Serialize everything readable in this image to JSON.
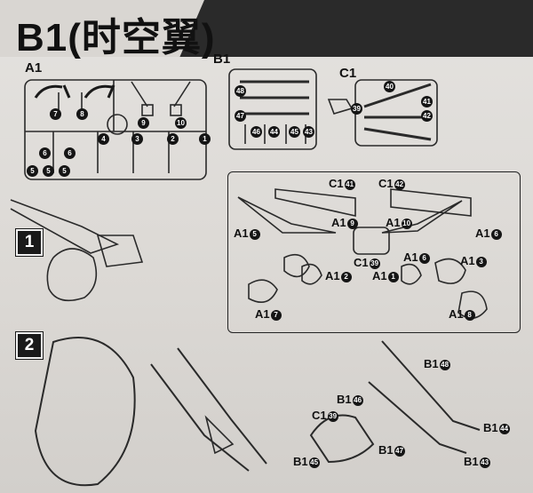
{
  "header": {
    "title": "B1(时空翼)"
  },
  "runners": {
    "a": {
      "label": "A1",
      "numbers": [
        "7",
        "8",
        "9",
        "10",
        "4",
        "3",
        "2",
        "1",
        "6",
        "6",
        "5",
        "5",
        "5"
      ]
    },
    "b": {
      "label": "B1",
      "numbers": [
        "48",
        "47",
        "46",
        "45",
        "44",
        "43"
      ]
    },
    "c": {
      "label": "C1",
      "numbers": [
        "40",
        "41",
        "42",
        "39"
      ]
    }
  },
  "steps": [
    {
      "number": "1"
    },
    {
      "number": "2"
    }
  ],
  "step1_callouts": [
    {
      "text": "C1",
      "num": "41"
    },
    {
      "text": "C1",
      "num": "42"
    },
    {
      "text": "A1",
      "num": "9"
    },
    {
      "text": "A1",
      "num": "10"
    },
    {
      "text": "A1",
      "num": "5"
    },
    {
      "text": "A1",
      "num": "6"
    },
    {
      "text": "C1",
      "num": "39"
    },
    {
      "text": "A1",
      "num": "6"
    },
    {
      "text": "A1",
      "num": "3"
    },
    {
      "text": "A1",
      "num": "2"
    },
    {
      "text": "A1",
      "num": "1"
    },
    {
      "text": "A1",
      "num": "7"
    },
    {
      "text": "A1",
      "num": "8"
    }
  ],
  "step2_callouts": [
    {
      "text": "B1",
      "num": "48"
    },
    {
      "text": "B1",
      "num": "46"
    },
    {
      "text": "C1",
      "num": "39"
    },
    {
      "text": "B1",
      "num": "44"
    },
    {
      "text": "B1",
      "num": "45"
    },
    {
      "text": "B1",
      "num": "47"
    },
    {
      "text": "B1",
      "num": "43"
    }
  ]
}
